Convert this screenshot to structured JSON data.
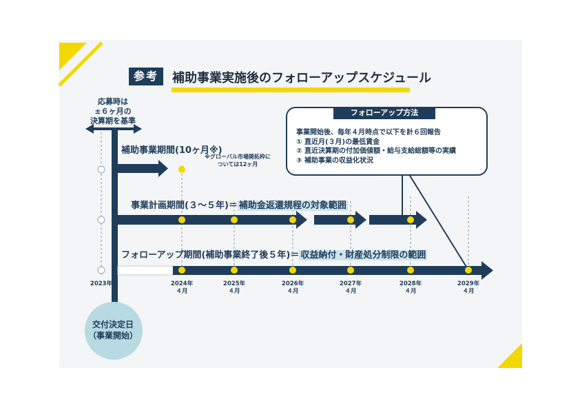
{
  "header": {
    "badge": "参考",
    "title": "補助事業実施後のフォローアップスケジュール"
  },
  "application_note": [
    "応募時は",
    "±６ヶ月の",
    "決算期を基準"
  ],
  "periods": {
    "project": "補助事業期間(10ヶ月※)",
    "project_note": [
      "※グローバル市場開拓枠に",
      "ついては12ヶ月"
    ],
    "plan_prefix": "事業計画期間(３〜５年)＝",
    "plan_highlight": "補助金返還規程の対象範囲",
    "follow_prefix": "フォローアップ期間(補助事業終了後５年)＝",
    "follow_highlight": "収益納付・財産処分制限の範囲"
  },
  "follow_box": {
    "title": "フォローアップ方法",
    "lines": [
      "事業開始後、毎年４月時点で以下を計６回報告",
      "① 直近月(３月)の最低賃金",
      "② 直近決算期の付加価値額・給与支給総額等の実績",
      "③ 補助事業の収益化状況"
    ]
  },
  "years": [
    {
      "year": "2023年",
      "month": ""
    },
    {
      "year": "2024年",
      "month": "４月"
    },
    {
      "year": "2025年",
      "month": "４月"
    },
    {
      "year": "2026年",
      "month": "４月"
    },
    {
      "year": "2027年",
      "month": "４月"
    },
    {
      "year": "2028年",
      "month": "４月"
    },
    {
      "year": "2029年",
      "month": "４月"
    }
  ],
  "start_label": [
    "交付決定日",
    "（事業開始）"
  ],
  "colors": {
    "navy": "#1f3d5b",
    "yellow": "#f2d800",
    "highlight": "#cfe3ec",
    "circle": "#b8dae2"
  }
}
